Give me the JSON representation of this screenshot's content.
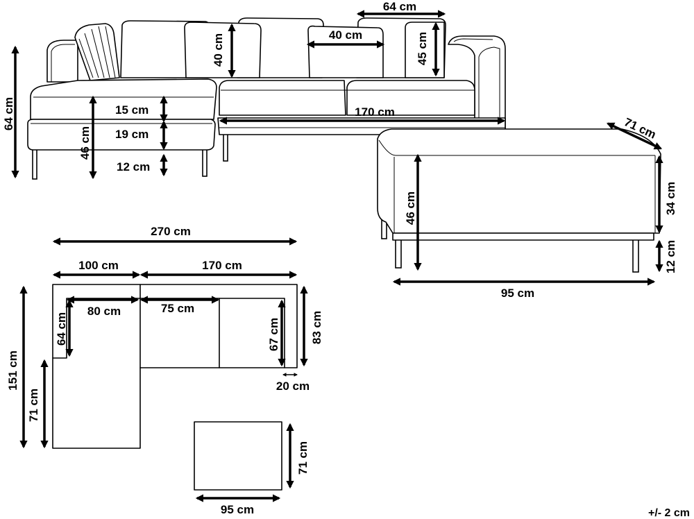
{
  "sofa_front": {
    "total_height": "64 cm",
    "seat_height": "46 cm",
    "cushion_thickness": "15 cm",
    "base_height": "19 cm",
    "leg_height": "12 cm",
    "pillow_height": "40 cm",
    "pillow_width": "40 cm",
    "back_cushion_width": "64 cm",
    "back_cushion_height": "45 cm",
    "section_width": "170 cm"
  },
  "ottoman": {
    "depth": "71 cm",
    "height": "46 cm",
    "body_height": "34 cm",
    "leg_height": "12 cm",
    "width": "95 cm"
  },
  "plan_view": {
    "total_width": "270 cm",
    "chaise_width": "100 cm",
    "sofa_width": "170 cm",
    "chaise_inner_width": "80 cm",
    "seat_width": "75 cm",
    "total_depth": "151 cm",
    "chaise_lower_depth": "71 cm",
    "chaise_inner_depth": "64 cm",
    "seat_depth": "67 cm",
    "sofa_depth": "83 cm",
    "arm_width": "20 cm"
  },
  "ottoman_plan": {
    "depth": "71 cm",
    "width": "95 cm"
  },
  "tolerance": "+/- 2 cm"
}
